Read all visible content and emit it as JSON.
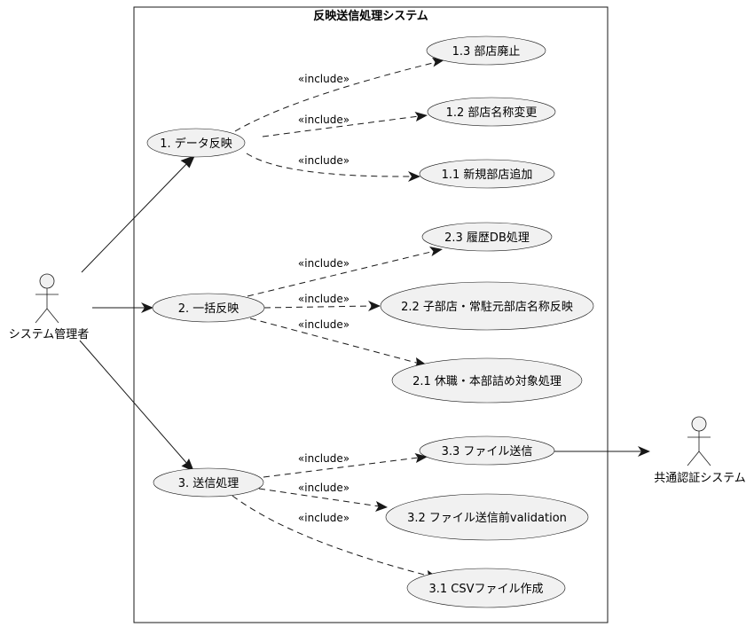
{
  "system": {
    "title": "反映送信処理システム"
  },
  "actors": {
    "admin": "システム管理者",
    "external": "共通認証システム"
  },
  "stereotype": "«include»",
  "use_cases": {
    "uc1": "1. データ反映",
    "uc1_3": "1.3 部店廃止",
    "uc1_2": "1.2 部店名称変更",
    "uc1_1": "1.1 新規部店追加",
    "uc2": "2. 一括反映",
    "uc2_3": "2.3 履歴DB処理",
    "uc2_2": "2.2 子部店・常駐元部店名称反映",
    "uc2_1": "2.1 休職・本部詰め対象処理",
    "uc3": "3. 送信処理",
    "uc3_3": "3.3 ファイル送信",
    "uc3_2": "3.2 ファイル送信前validation",
    "uc3_1": "3.1 CSVファイル作成"
  }
}
